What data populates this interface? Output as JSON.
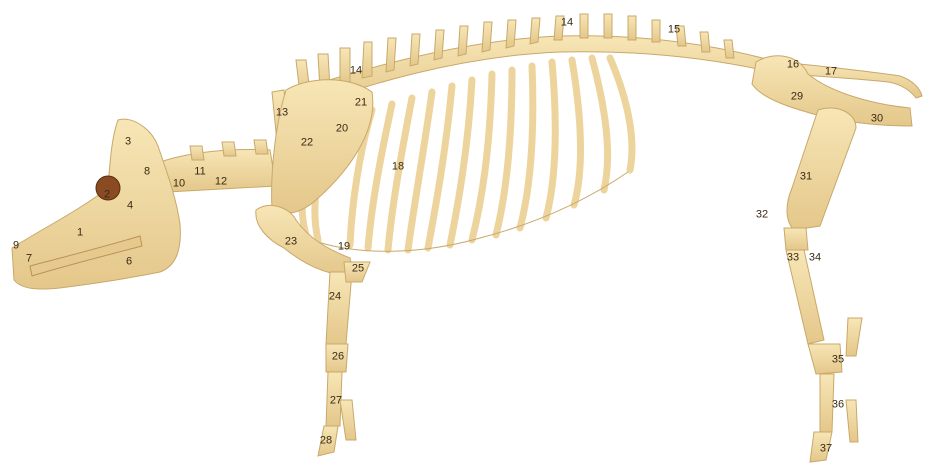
{
  "labels": {
    "l1": "1",
    "l2": "2",
    "l3": "3",
    "l4": "4",
    "l6": "6",
    "l7": "7",
    "l8": "8",
    "l9": "9",
    "l10": "10",
    "l11": "11",
    "l12": "12",
    "l13": "13",
    "l14a": "14",
    "l14b": "14",
    "l15": "15",
    "l16": "16",
    "l17": "17",
    "l18": "18",
    "l19": "19",
    "l20": "20",
    "l21": "21",
    "l22": "22",
    "l23": "23",
    "l24": "24",
    "l25": "25",
    "l26": "26",
    "l27": "27",
    "l28": "28",
    "l29": "29",
    "l30": "30",
    "l31": "31",
    "l32": "32",
    "l33": "33",
    "l34": "34",
    "l35": "35",
    "l36": "36",
    "l37": "37"
  },
  "colors": {
    "bone_light": "#f6e3b0",
    "bone_mid": "#ecd49c",
    "bone_shadow": "#c9a86a",
    "eye_socket": "#8a4a22",
    "label_text": "#3a2a14"
  }
}
